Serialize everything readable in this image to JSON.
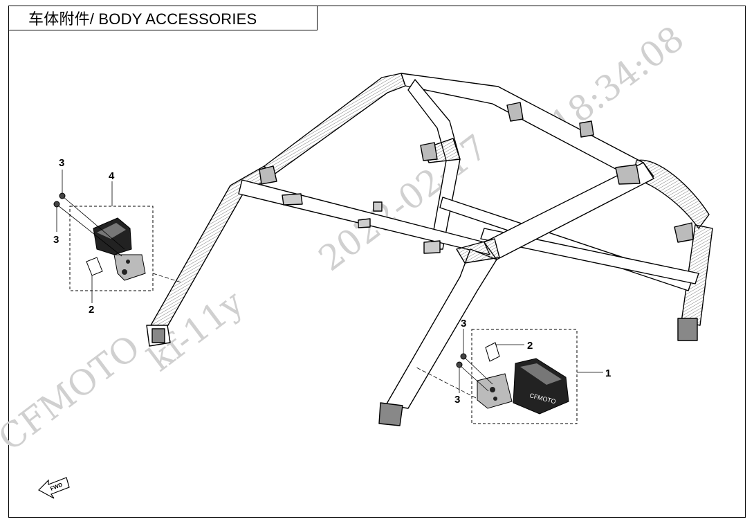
{
  "title": "车体附件/ BODY ACCESSORIES",
  "watermark": {
    "brand": "CFMOTO",
    "user": "kf-11y",
    "date": "2022-02-17",
    "time": "18:34:08"
  },
  "callouts": {
    "right_mirror": "1",
    "right_pad": "2",
    "right_nut_top": "3",
    "right_nut_bottom": "3",
    "left_mirror": "4",
    "left_pad": "2",
    "left_nut_top": "3",
    "left_nut_bottom": "3"
  },
  "fwd_icon": "FWD",
  "mirror_logo": "CFMOTO",
  "colors": {
    "line": "#000000",
    "watermark": "#d0d0d0",
    "background": "#ffffff"
  }
}
